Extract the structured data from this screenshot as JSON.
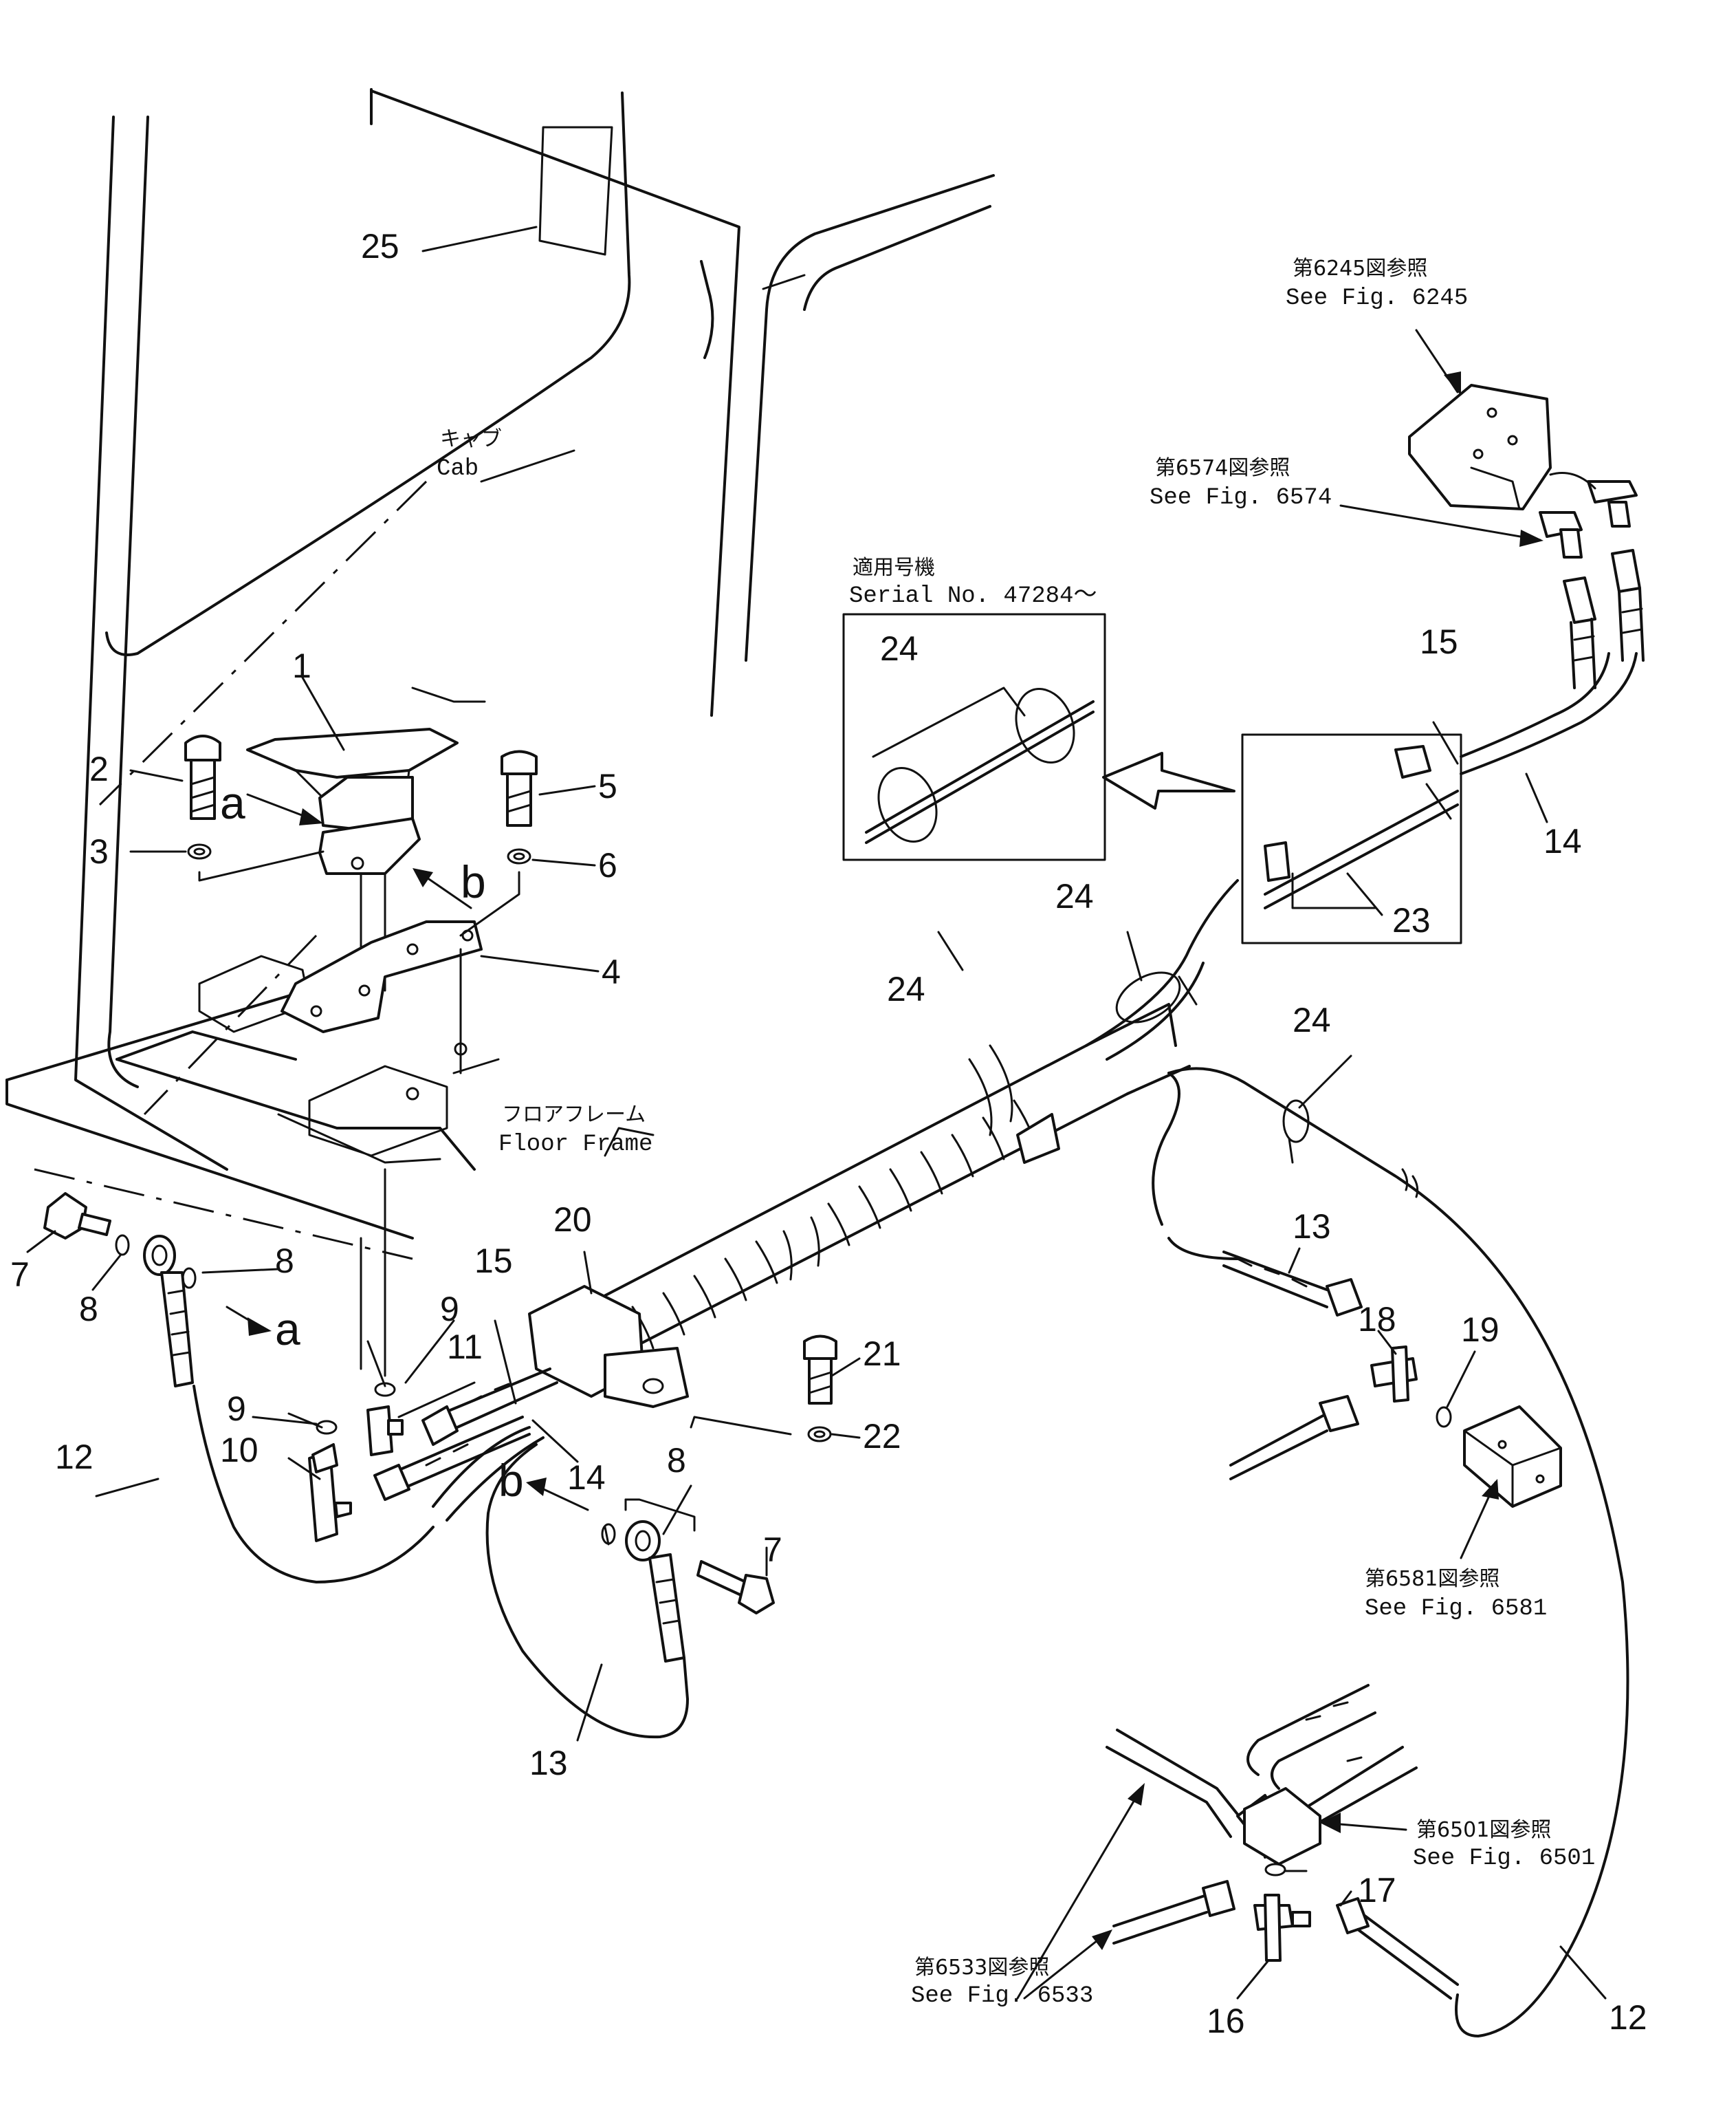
{
  "callouts": {
    "c1": "1",
    "c2": "2",
    "c3": "3",
    "c4": "4",
    "c5": "5",
    "c6": "6",
    "c7a": "7",
    "c7b": "7",
    "c8a": "8",
    "c8b": "8",
    "c8c": "8",
    "c9a": "9",
    "c9b": "9",
    "c10": "10",
    "c11": "11",
    "c12a": "12",
    "c12b": "12",
    "c13a": "13",
    "c13b": "13",
    "c14a": "14",
    "c14b": "14",
    "c15a": "15",
    "c15b": "15",
    "c16": "16",
    "c17": "17",
    "c18": "18",
    "c19": "19",
    "c20": "20",
    "c21": "21",
    "c22": "22",
    "c23": "23",
    "c24a": "24",
    "c24b": "24",
    "c24c": "24",
    "c24d": "24",
    "c25": "25"
  },
  "view_letters": {
    "a1": "a",
    "a2": "a",
    "b1": "b",
    "b2": "b"
  },
  "labels": {
    "cab_jp": "キャブ",
    "cab_en": "Cab",
    "floor_jp": "フロアフレーム",
    "floor_en": "Floor  Frame",
    "serial_jp": "適用号機",
    "serial_en": "Serial  No. 47284～",
    "fig6245_jp": "第6245図参照",
    "fig6245_en": "See Fig. 6245",
    "fig6574_jp": "第6574図参照",
    "fig6574_en": "See Fig. 6574",
    "fig6581_jp": "第6581図参照",
    "fig6581_en": "See  Fig. 6581",
    "fig6501_jp": "第6501図参照",
    "fig6501_en": "See  Fig.  6501",
    "fig6533_jp": "第6533図参照",
    "fig6533_en": "See  Fig.  6533"
  }
}
